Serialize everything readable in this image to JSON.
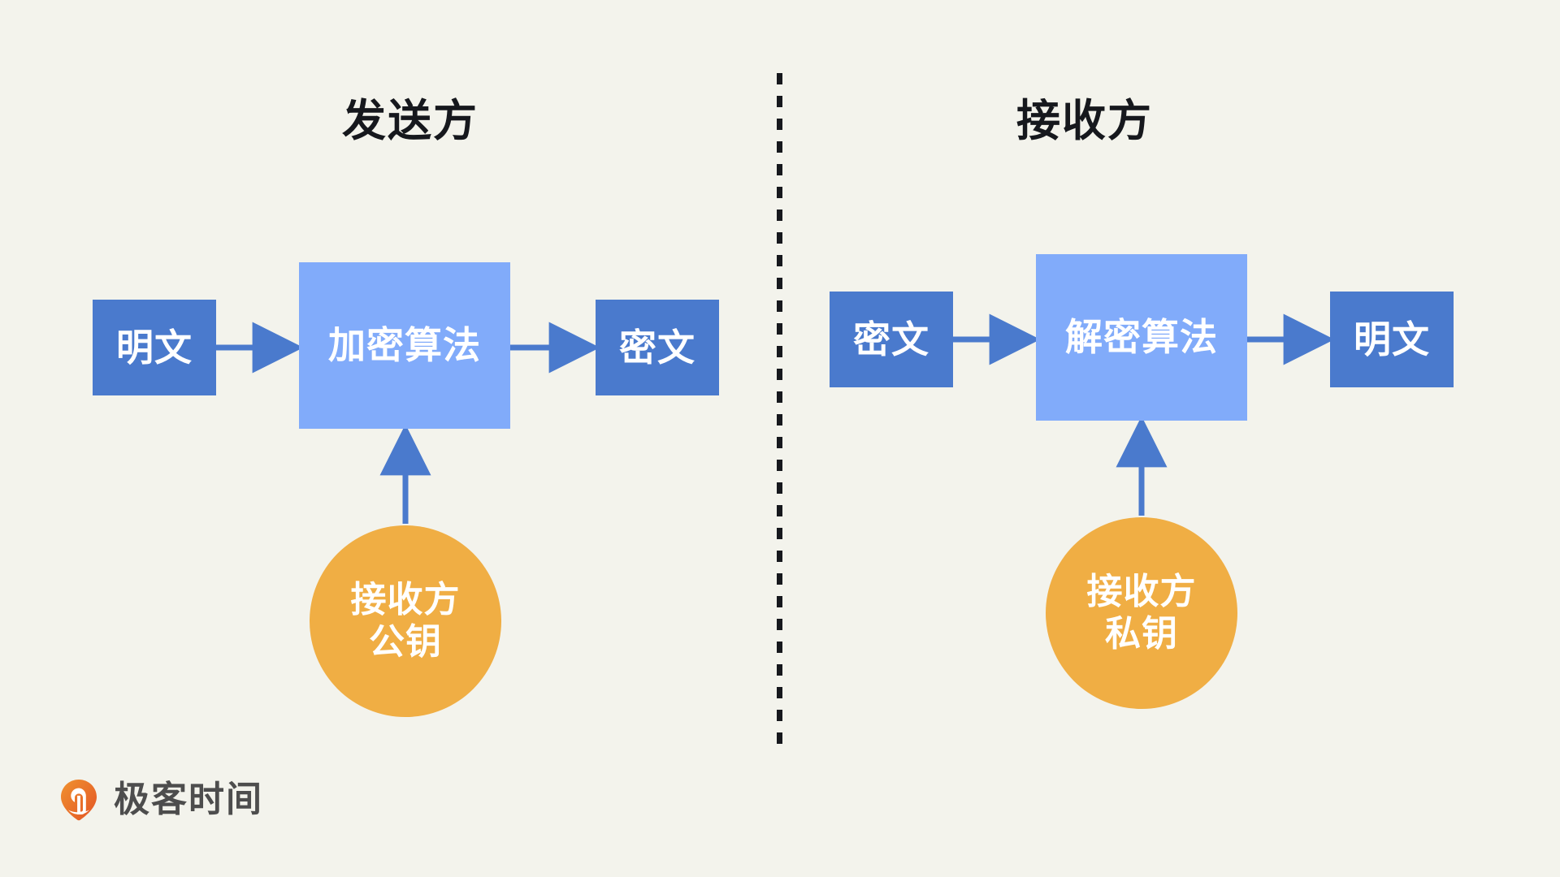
{
  "diagram": {
    "title_sender": "发送方",
    "title_receiver": "接收方",
    "divider": "dashed-vertical-divider",
    "colors": {
      "background": "#f3f3ec",
      "data_box": "#4a7acd",
      "algo_box": "#81abfa",
      "key_circle": "#f0ae44",
      "arrow": "#4a7acd",
      "divider": "#16181d",
      "title_text": "#16181d",
      "logo_orange": "#eb6d24",
      "logo_text": "#4d4d4d"
    },
    "sender": {
      "plaintext_in": "明文",
      "algorithm": "加密算法",
      "ciphertext_out": "密文",
      "key": "接收方\n公钥"
    },
    "receiver": {
      "ciphertext_in": "密文",
      "algorithm": "解密算法",
      "plaintext_out": "明文",
      "key": "接收方\n私钥"
    }
  },
  "logo": {
    "text": "极客时间",
    "mark": "geektime-logo-icon"
  }
}
